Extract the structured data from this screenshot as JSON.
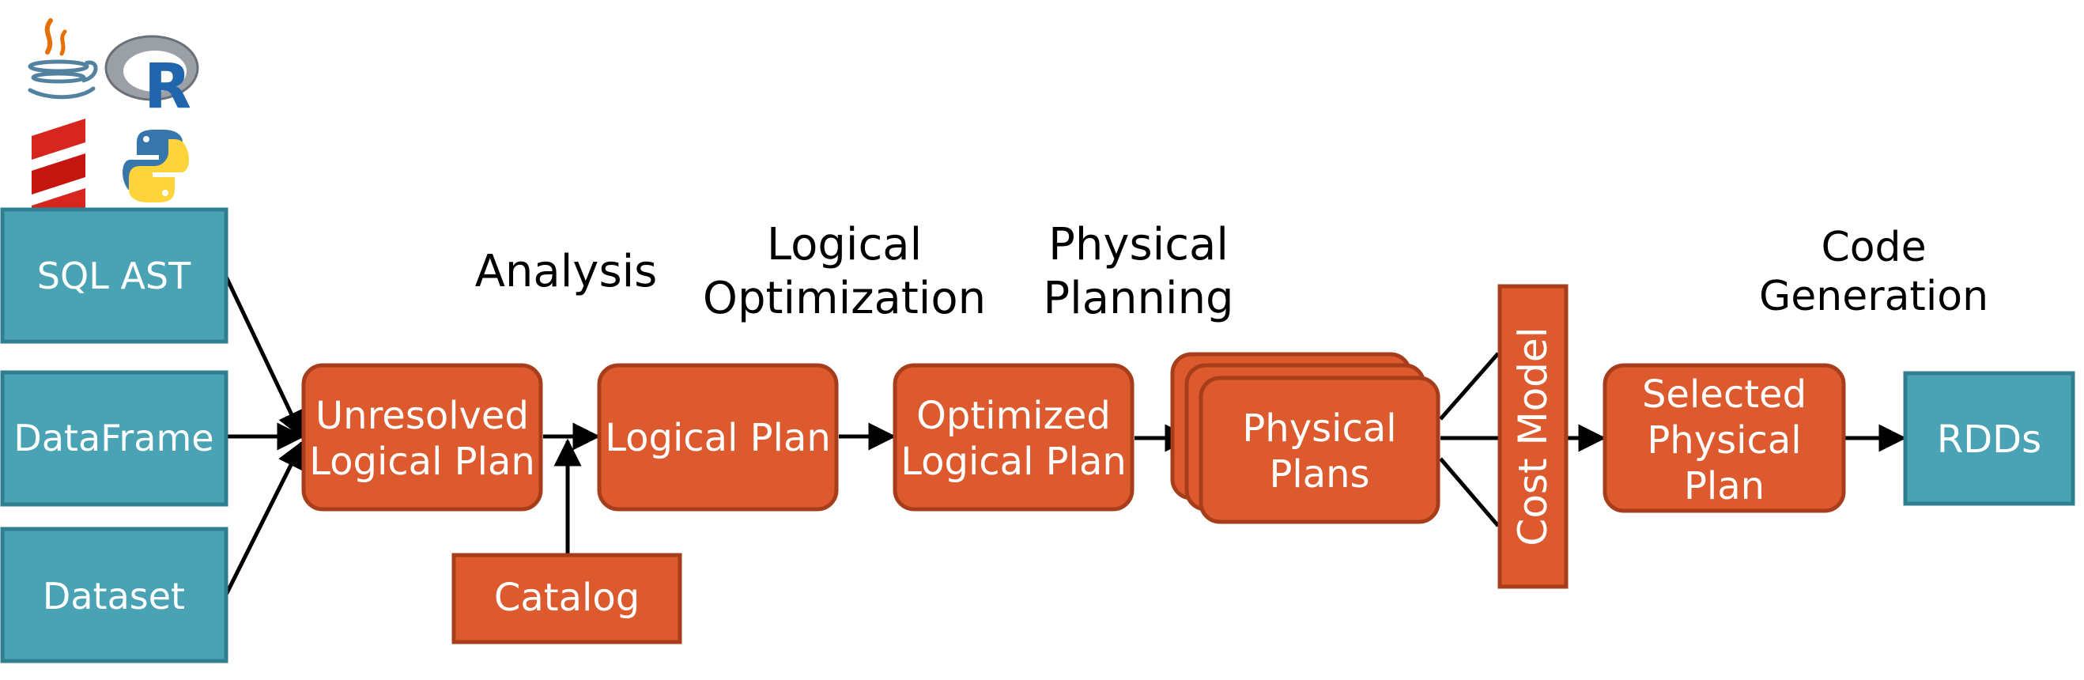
{
  "colors": {
    "input_fill": "#4aa3b5",
    "input_stroke": "#2f7f90",
    "plan_fill": "#dc5a2e",
    "plan_stroke": "#a83d1b",
    "arrow": "#000000",
    "text_light": "#ffffff",
    "text_dark": "#000000"
  },
  "logos": {
    "java": "java-logo",
    "r": "r-logo",
    "scala": "scala-logo",
    "python": "python-logo"
  },
  "inputs": {
    "sql_ast": "SQL AST",
    "dataframe": "DataFrame",
    "dataset": "Dataset"
  },
  "stages": {
    "analysis": "Analysis",
    "logical_optimization": [
      "Logical",
      "Optimization"
    ],
    "physical_planning": [
      "Physical",
      "Planning"
    ],
    "code_generation": [
      "Code",
      "Generation"
    ]
  },
  "boxes": {
    "unresolved_logical_plan": [
      "Unresolved",
      "Logical Plan"
    ],
    "logical_plan": "Logical Plan",
    "optimized_logical_plan": [
      "Optimized",
      "Logical Plan"
    ],
    "physical_plans": [
      "Physical",
      "Plans"
    ],
    "cost_model": "Cost Model",
    "selected_physical_plan": [
      "Selected",
      "Physical",
      "Plan"
    ],
    "rdds": "RDDs",
    "catalog": "Catalog"
  }
}
